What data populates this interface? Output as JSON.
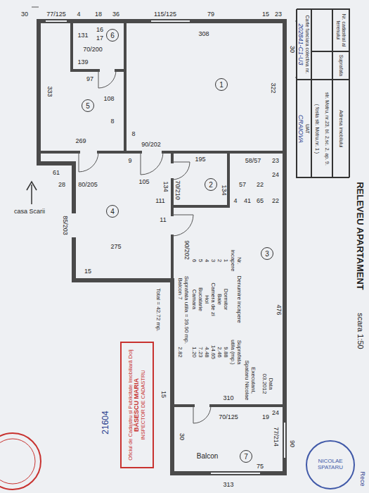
{
  "diagram": {
    "title": "RELEVEU APARTAMENT",
    "nodes": [
      {
        "text": [
          "Nr. cadastral al terenului",
          "Suprafata",
          "Adresa imobilului",
          "str. Motru, nr.23, bl. 2,sc. 2, ap. 9.",
          "( fosta str. Motru,nr. 1 )",
          "Carte funciara colectiva nr.",
          "202841-C1-U3",
          "UAT",
          "CRAIOVA"
        ]
      },
      {
        "text": [
          "1"
        ]
      },
      {
        "text": [
          "2"
        ]
      },
      {
        "text": [
          "3"
        ]
      },
      {
        "text": [
          "4"
        ]
      },
      {
        "text": [
          "5"
        ]
      },
      {
        "text": [
          "6"
        ]
      },
      {
        "text": [
          "7"
        ]
      },
      {
        "text": [
          "Oficiul de Cadastru și Publicitate Imobiliară Dolj",
          "BĂSESCU MARIA",
          "INSPECTOR DE CADASTRU"
        ]
      },
      {
        "text": [
          "NICOLAE SPATARU"
        ]
      }
    ],
    "labels": [
      "scara 1:50",
      "30",
      "77/125",
      "4",
      "18",
      "36",
      "115/125",
      "79",
      "15",
      "23",
      "30",
      "16",
      "17",
      "131",
      "70/200",
      "139",
      "97",
      "108",
      "333",
      "8",
      "269",
      "308",
      "322",
      "8",
      "90/202",
      "61",
      "28",
      "80/205",
      "9",
      "105",
      "70/210",
      "195",
      "134",
      "134",
      "111",
      "11",
      "58/57",
      "23",
      "24",
      "57",
      "22",
      "4",
      "41",
      "65",
      "22",
      "90/202",
      "85/203",
      "275",
      "15",
      "476",
      "15",
      "310",
      "24",
      "19",
      "70/125",
      "30",
      "77/214",
      "75",
      "90",
      "313",
      "Balcon",
      "casa Scarii",
      "Nr.",
      "Denumire incapere",
      "Suprafata",
      "incapere",
      "utila (mp.)",
      "1",
      "Dormitor",
      "9.88",
      "2",
      "Baie",
      "2.46",
      "3",
      "Camera de zi",
      "14.65",
      "4",
      "Hol",
      "4.48",
      "5",
      "Bucatarie",
      "7.23",
      "6",
      "Camara",
      "1.20",
      "Suprafata utila = 39.90 mp.",
      "Balcon 7",
      "2.82",
      "Total = 42.72 mp.",
      "Executant,",
      "Spataru Nicolae",
      "Data",
      "03.2012",
      "21604",
      "Rece"
    ]
  }
}
